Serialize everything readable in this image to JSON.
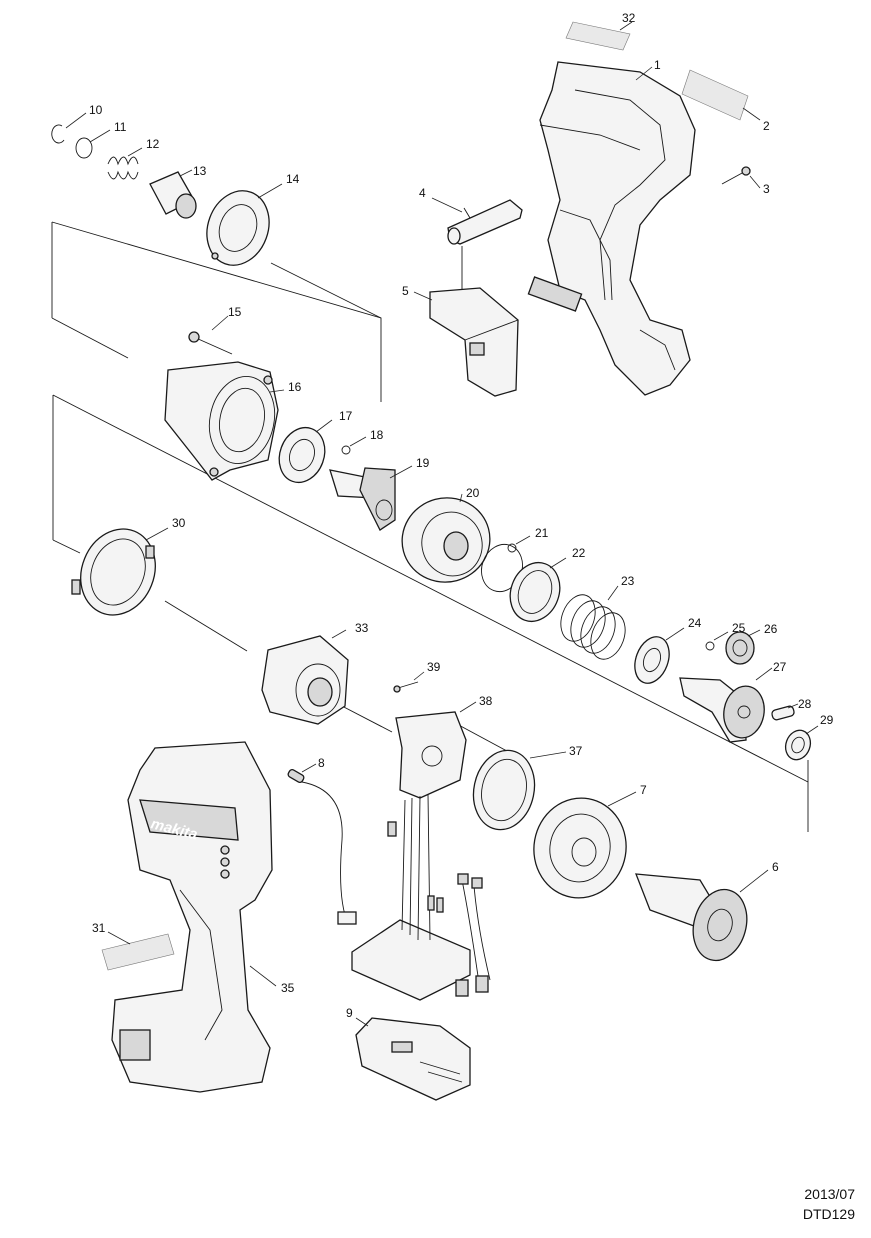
{
  "callouts": [
    "1",
    "2",
    "3",
    "4",
    "5",
    "6",
    "7",
    "8",
    "9",
    "10",
    "11",
    "12",
    "13",
    "14",
    "15",
    "16",
    "17",
    "18",
    "19",
    "20",
    "21",
    "22",
    "23",
    "24",
    "25",
    "26",
    "27",
    "28",
    "29",
    "30",
    "31",
    "32",
    "33",
    "35",
    "37",
    "38",
    "39"
  ],
  "brand_text": "makita",
  "footer": {
    "date": "2013/07",
    "model": "DTD129"
  },
  "colors": {
    "line": "#1a1a1a",
    "background": "#ffffff",
    "fill_light": "#f4f4f4",
    "fill_dark": "#d8d8d8"
  }
}
